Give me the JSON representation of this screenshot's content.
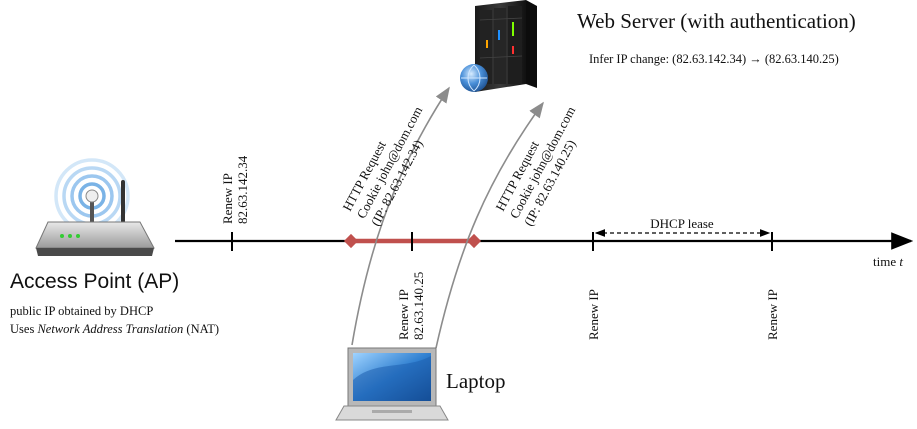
{
  "web_server": {
    "title": "Web Server (with authentication)",
    "note": "Infer IP change: (82.63.142.34) → (82.63.140.25)"
  },
  "access_point": {
    "title": "Access Point (AP)",
    "line1": "public IP obtained by DHCP",
    "line2_prefix": "Uses ",
    "line2_italic": "Network Address Translation",
    "line2_suffix": " (NAT)"
  },
  "laptop": {
    "title": "Laptop"
  },
  "timeline": {
    "axis_label": "time ",
    "axis_var": "t",
    "dhcp_lease": "DHCP lease"
  },
  "events_above": {
    "renew1_line1": "Renew IP",
    "renew1_line2": "82.63.142.34",
    "req1_line1": "HTTP Request",
    "req1_line2": "Cookie john@dom.com",
    "req1_line3": "(IP: 82.63.142.34)",
    "req2_line1": "HTTP Request",
    "req2_line2": "Cookie john@dom.com",
    "req2_line3": "(IP: 82.63.140.25)"
  },
  "events_below": {
    "renew2_line1": "Renew IP",
    "renew2_line2": "82.63.140.25",
    "renew3": "Renew IP",
    "renew4": "Renew IP"
  },
  "colors": {
    "timeline": "#000000",
    "highlight": "#c0504d",
    "arrow": "#8c8c8c"
  }
}
